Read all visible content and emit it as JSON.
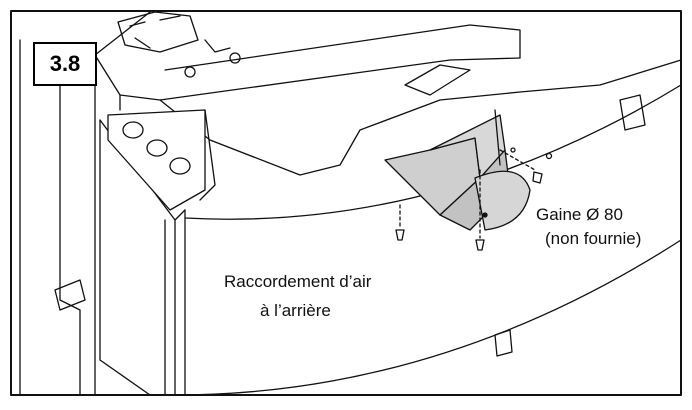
{
  "figure": {
    "step_number": "3.8",
    "labels": {
      "duct_line1": "Gaine Ø 80",
      "duct_line2": "(non fournie)",
      "rear_line1": "Raccordement d’air",
      "rear_line2": "à l’arrière"
    }
  }
}
